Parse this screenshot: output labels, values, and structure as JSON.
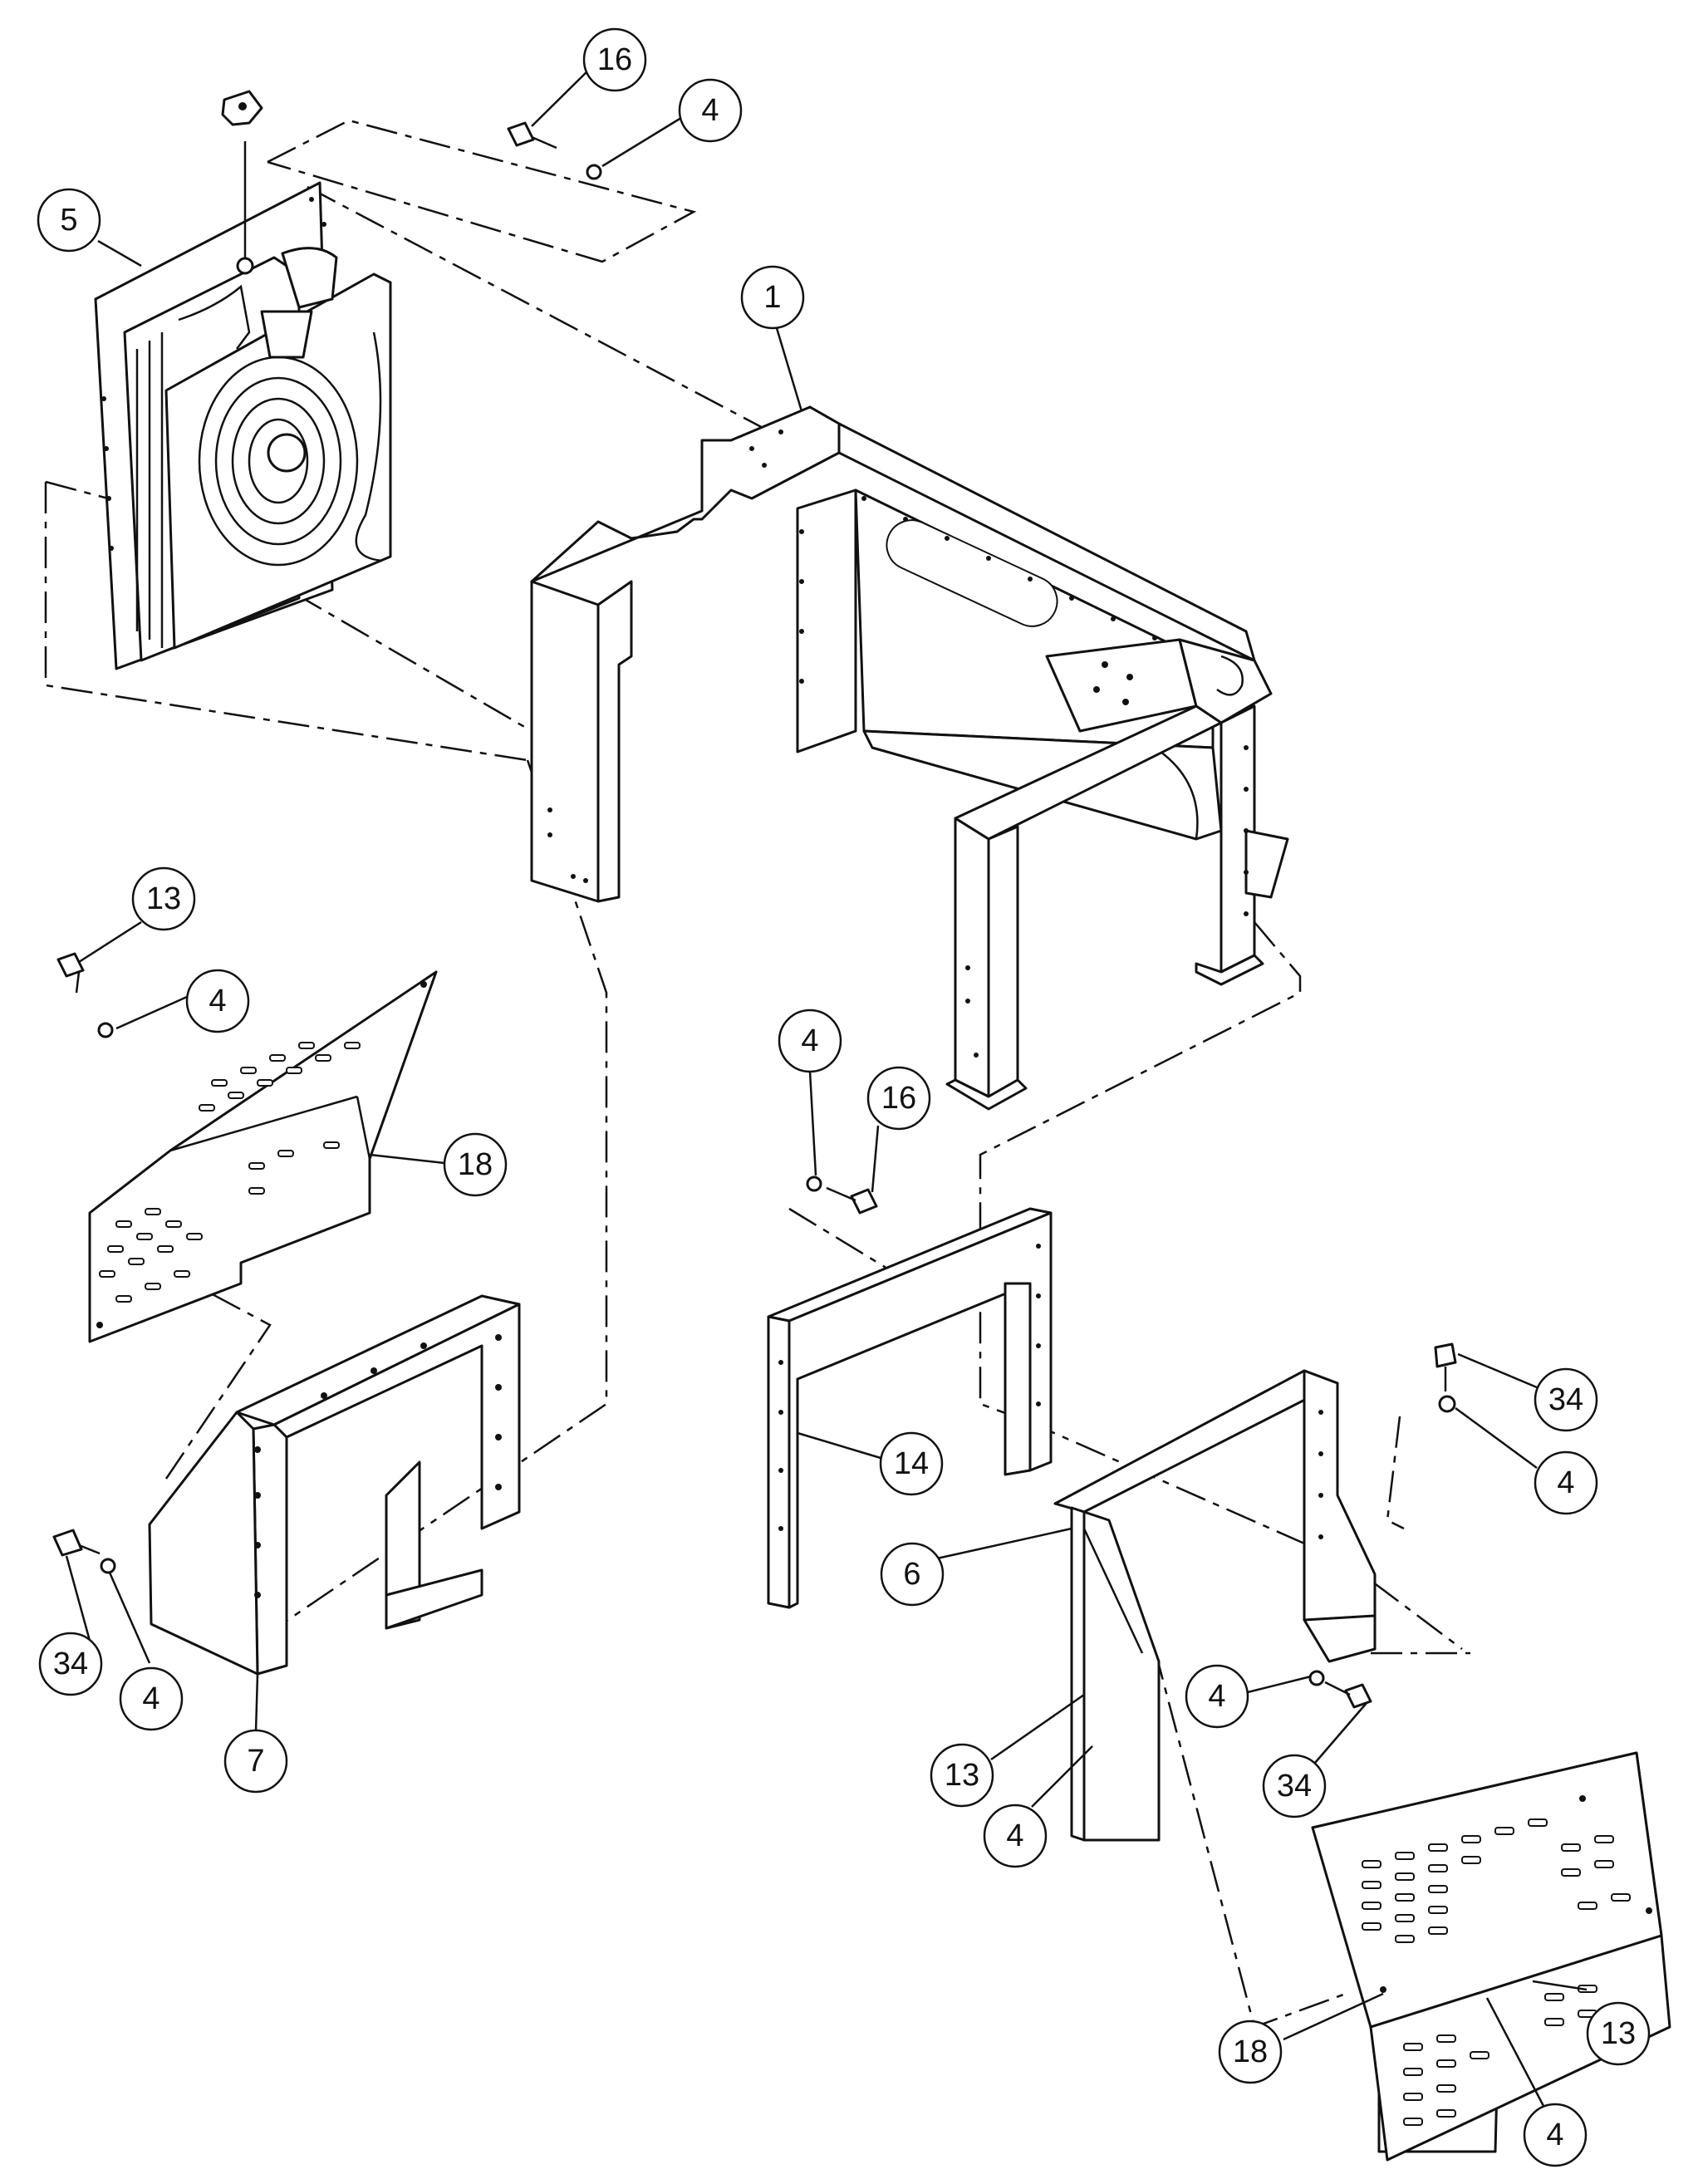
{
  "callouts": [
    {
      "id": "c16a",
      "label": "16"
    },
    {
      "id": "c4a",
      "label": "4"
    },
    {
      "id": "c5",
      "label": "5"
    },
    {
      "id": "c1",
      "label": "1"
    },
    {
      "id": "c13a",
      "label": "13"
    },
    {
      "id": "c4b",
      "label": "4"
    },
    {
      "id": "c18a",
      "label": "18"
    },
    {
      "id": "c4c",
      "label": "4"
    },
    {
      "id": "c16b",
      "label": "16"
    },
    {
      "id": "c34a",
      "label": "34"
    },
    {
      "id": "c4d",
      "label": "4"
    },
    {
      "id": "c14",
      "label": "14"
    },
    {
      "id": "c6",
      "label": "6"
    },
    {
      "id": "c34b",
      "label": "34"
    },
    {
      "id": "c4e",
      "label": "4"
    },
    {
      "id": "c7",
      "label": "7"
    },
    {
      "id": "c4f",
      "label": "4"
    },
    {
      "id": "c34c",
      "label": "34"
    },
    {
      "id": "c13b",
      "label": "13"
    },
    {
      "id": "c4g",
      "label": "4"
    },
    {
      "id": "c13c",
      "label": "13"
    },
    {
      "id": "c18b",
      "label": "18"
    },
    {
      "id": "c4h",
      "label": "4"
    }
  ]
}
